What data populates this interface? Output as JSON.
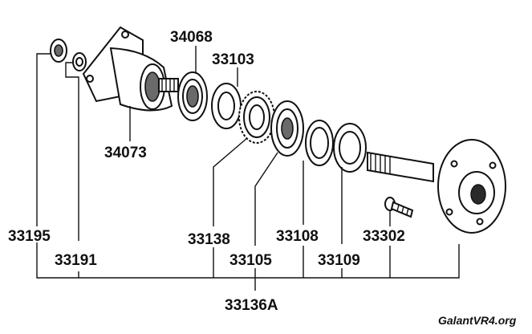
{
  "diagram": {
    "part_numbers": {
      "p34068": "34068",
      "p33103": "33103",
      "p34073": "34073",
      "p33195": "33195",
      "p33191": "33191",
      "p33138": "33138",
      "p33105": "33105",
      "p33108": "33108",
      "p33109": "33109",
      "p33302": "33302",
      "p33136A": "33136A"
    },
    "watermark": "GalantVR4.org"
  }
}
